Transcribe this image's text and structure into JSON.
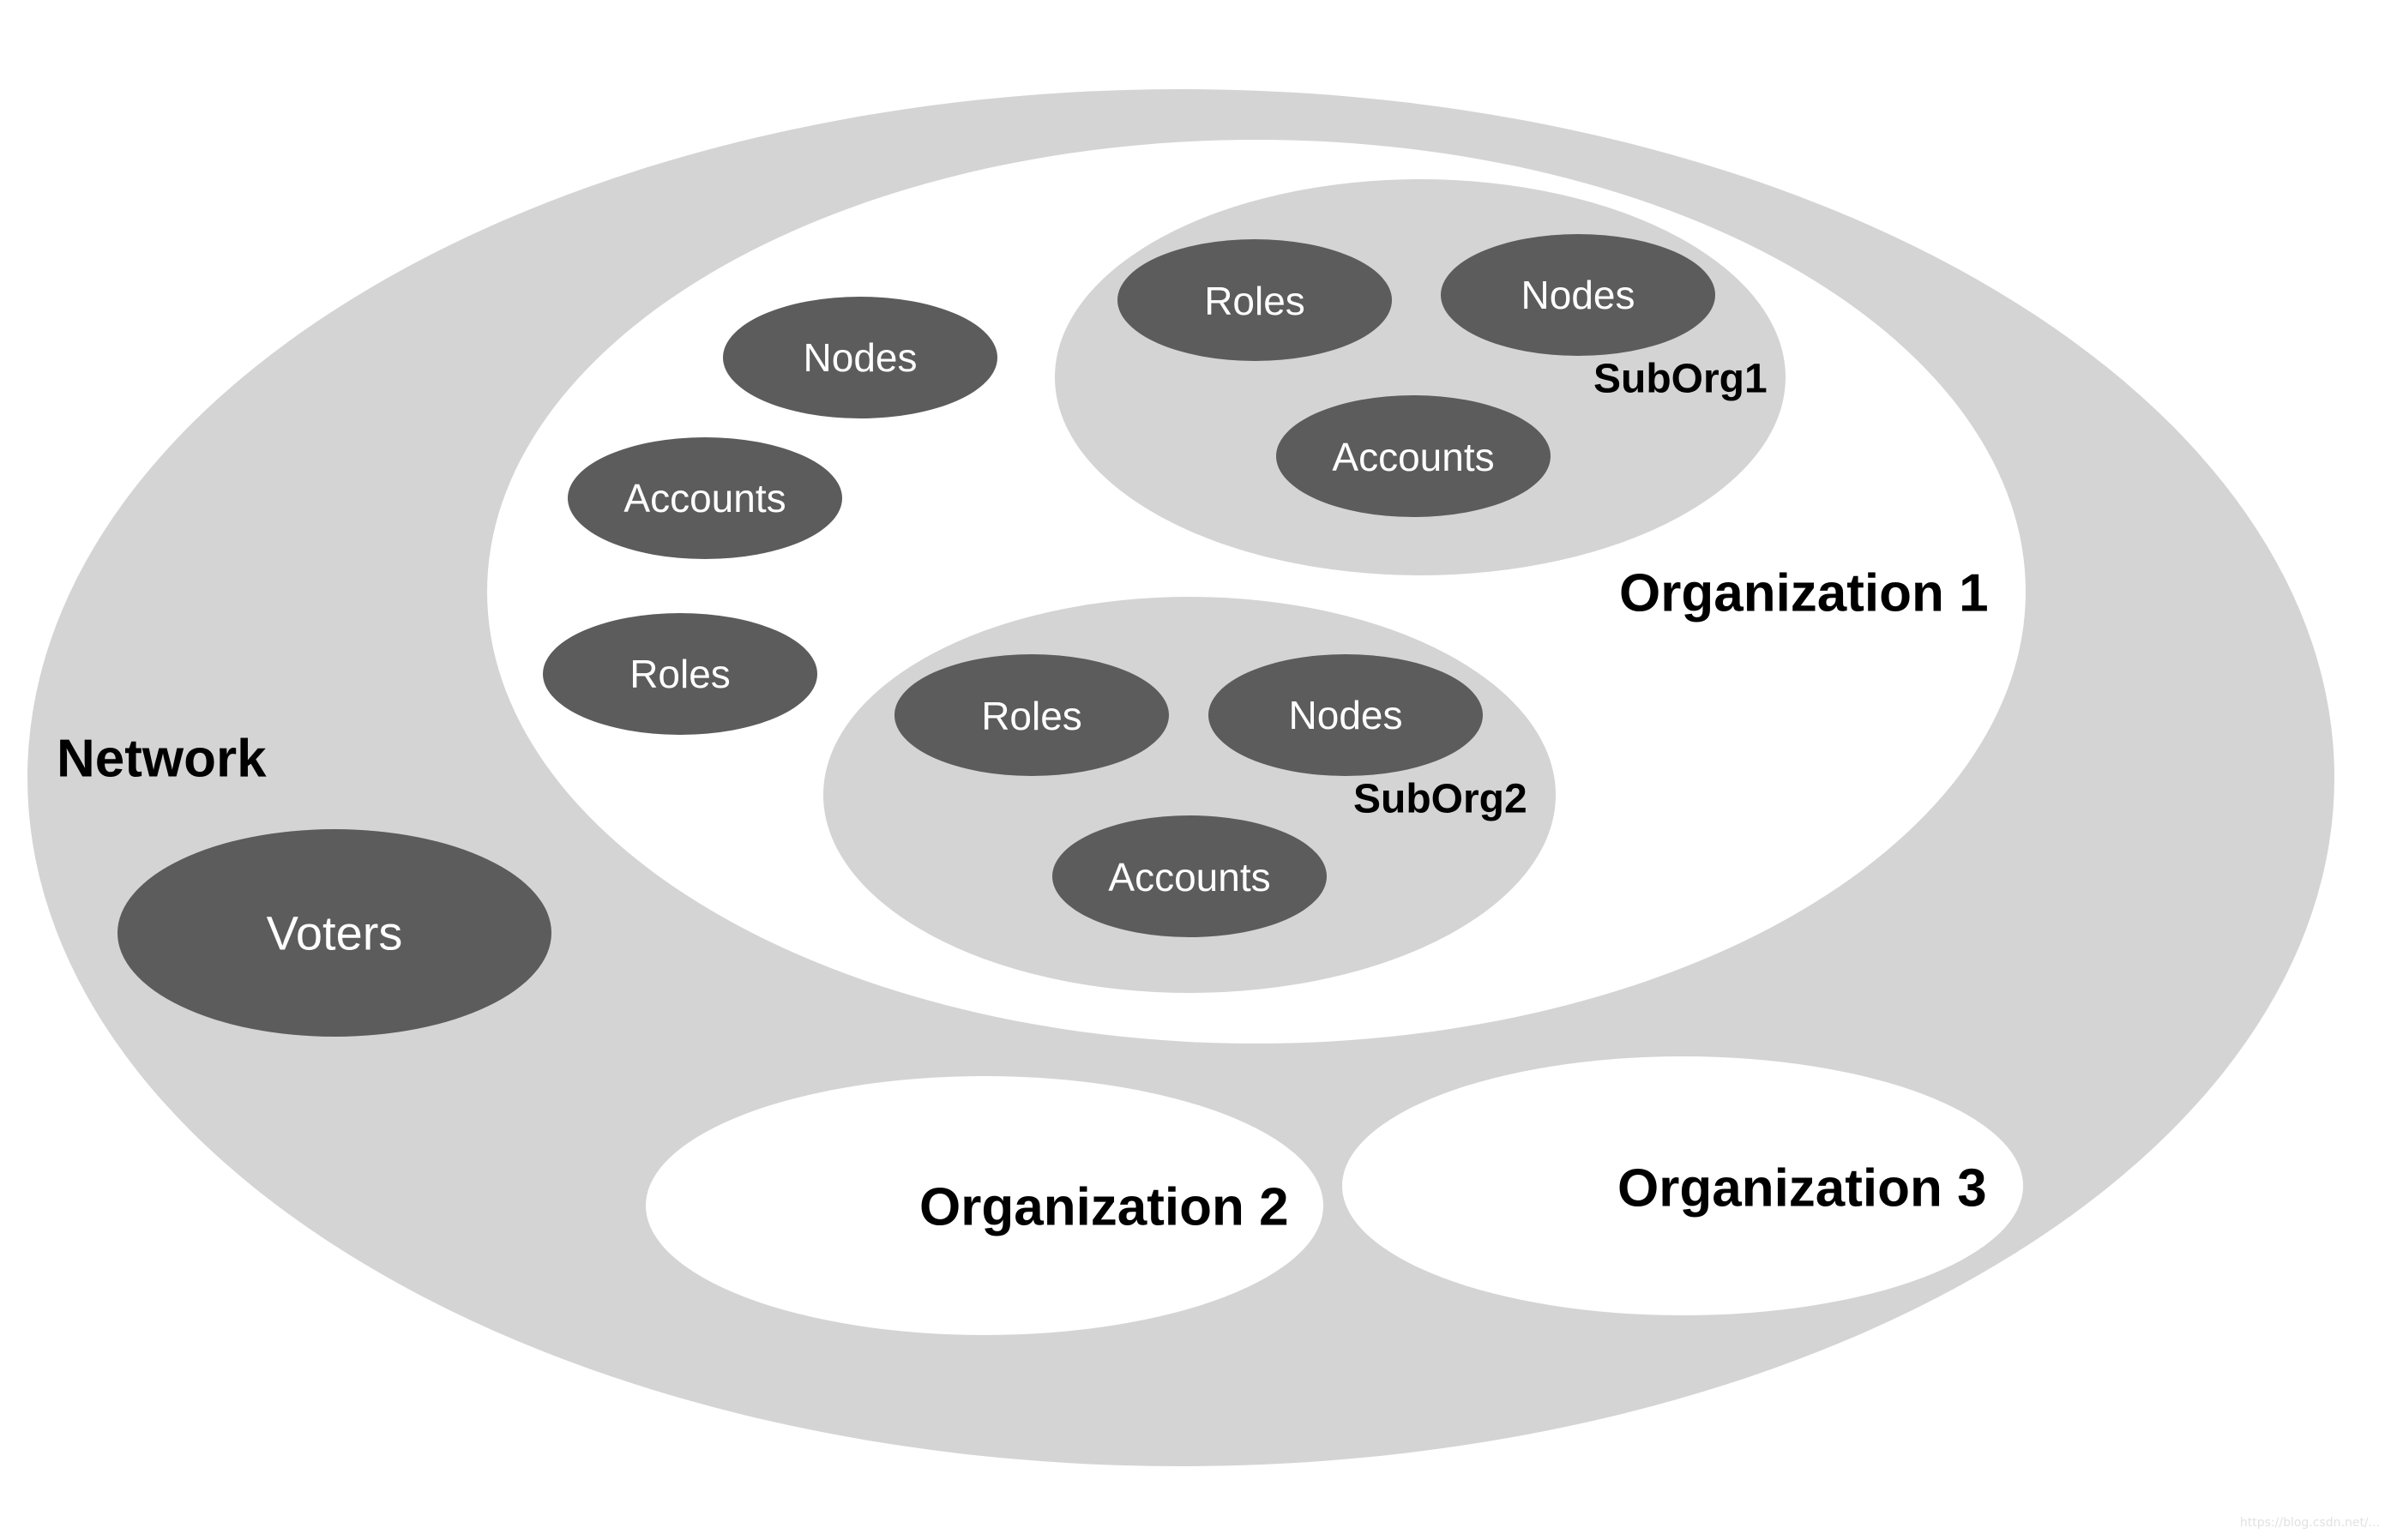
{
  "network": {
    "label": "Network"
  },
  "voters": {
    "label": "Voters"
  },
  "organization1": {
    "label": "Organization 1",
    "nodes": "Nodes",
    "accounts": "Accounts",
    "roles": "Roles",
    "suborg1": {
      "label": "SubOrg1",
      "roles": "Roles",
      "nodes": "Nodes",
      "accounts": "Accounts"
    },
    "suborg2": {
      "label": "SubOrg2",
      "roles": "Roles",
      "nodes": "Nodes",
      "accounts": "Accounts"
    }
  },
  "organization2": {
    "label": "Organization 2"
  },
  "organization3": {
    "label": "Organization 3"
  },
  "watermark": "https://blog.csdn.net/..."
}
